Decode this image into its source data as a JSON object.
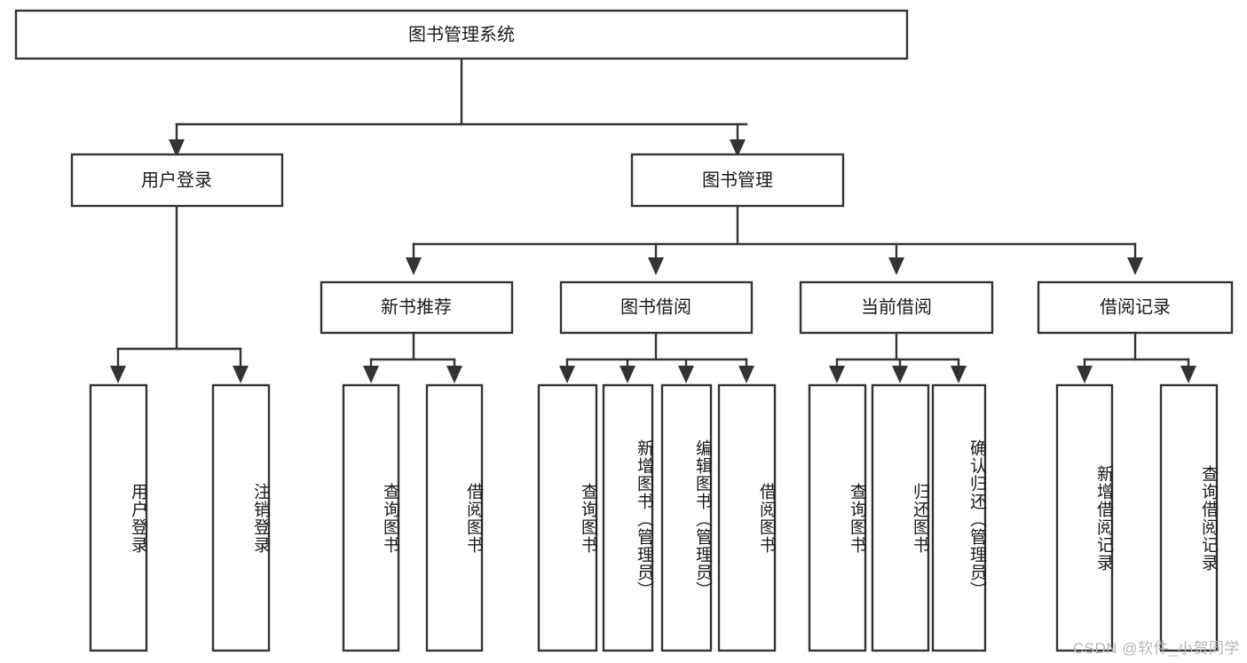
{
  "diagram": {
    "title": "图书管理系统",
    "type": "tree-hierarchy-chart",
    "root": {
      "label": "图书管理系统"
    },
    "level1": [
      {
        "label": "用户登录"
      },
      {
        "label": "图书管理"
      }
    ],
    "level2": [
      {
        "label": "新书推荐",
        "parent": "图书管理"
      },
      {
        "label": "图书借阅",
        "parent": "图书管理"
      },
      {
        "label": "当前借阅",
        "parent": "图书管理"
      },
      {
        "label": "借阅记录",
        "parent": "图书管理"
      }
    ],
    "leaves": [
      {
        "label": "用户登录",
        "parent": "用户登录"
      },
      {
        "label": "注销登录",
        "parent": "用户登录"
      },
      {
        "label": "查询图书",
        "parent": "新书推荐"
      },
      {
        "label": "借阅图书",
        "parent": "新书推荐"
      },
      {
        "label": "查询图书",
        "parent": "图书借阅"
      },
      {
        "label": "新增图书（管理员）",
        "parent": "图书借阅"
      },
      {
        "label": "编辑图书（管理员）",
        "parent": "图书借阅"
      },
      {
        "label": "借阅图书",
        "parent": "图书借阅"
      },
      {
        "label": "查询图书",
        "parent": "当前借阅"
      },
      {
        "label": "归还图书",
        "parent": "当前借阅"
      },
      {
        "label": "确认归还（管理员）",
        "parent": "当前借阅"
      },
      {
        "label": "新增借阅记录",
        "parent": "借阅记录"
      },
      {
        "label": "查询借阅记录",
        "parent": "借阅记录"
      }
    ]
  },
  "watermark": {
    "text": "CSDN @软件_小贺同学"
  },
  "colors": {
    "stroke": "#333333",
    "fill": "#ffffff",
    "text": "#1a1a1a",
    "watermark": "#b6b6b6"
  }
}
